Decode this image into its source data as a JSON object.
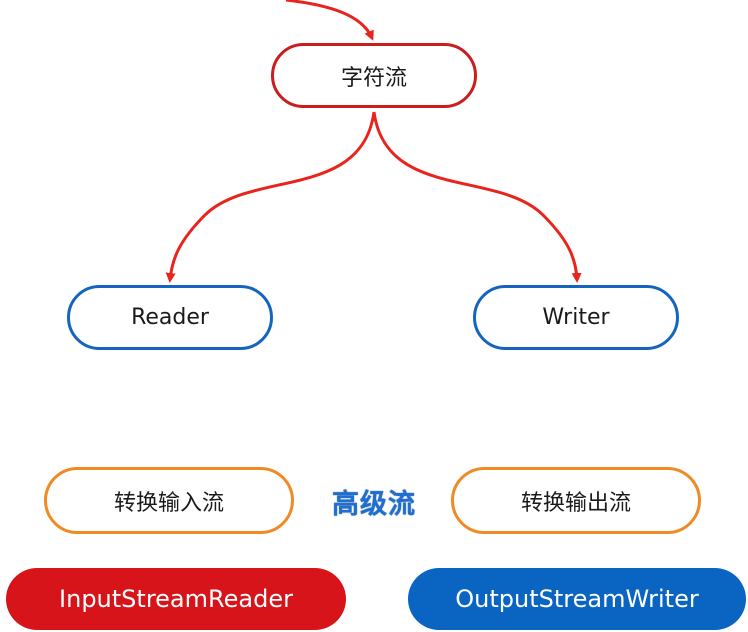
{
  "nodes": {
    "root": "字符流",
    "reader": "Reader",
    "writer": "Writer",
    "convert_input": "转换输入流",
    "convert_output": "转换输出流"
  },
  "label_advanced": "高级流",
  "classes": {
    "input": "InputStreamReader",
    "output": "OutputStreamWriter"
  },
  "colors": {
    "arrow": "#e8241c",
    "root_border": "#c81e1e",
    "abstract_border": "#1565c0",
    "converter_border": "#f08a24",
    "advanced_label": "#1f6fd1",
    "input_class_bg": "#d7141a",
    "output_class_bg": "#0a64c2"
  }
}
